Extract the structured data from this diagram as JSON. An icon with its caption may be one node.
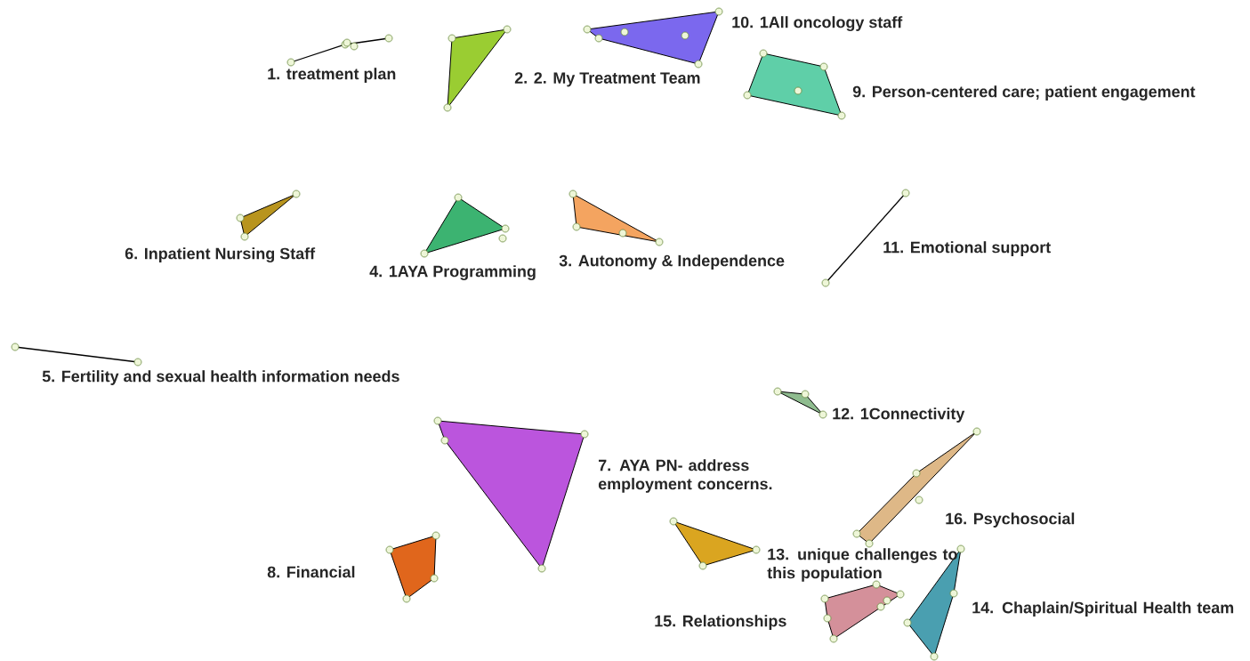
{
  "diagram": {
    "nodes": [
      {
        "text": [
          "1.   treatment plan"
        ]
      },
      {
        "text": [
          "2.   2. My Treatment Team"
        ]
      },
      {
        "text": [
          "10.   1All oncology staff"
        ]
      },
      {
        "text": [
          "9.   Person-centered care; patient engagement"
        ]
      },
      {
        "text": [
          "6.   Inpatient Nursing Staff"
        ]
      },
      {
        "text": [
          "4.   1AYA Programming"
        ]
      },
      {
        "text": [
          "3.   Autonomy & Independence"
        ]
      },
      {
        "text": [
          "11.   Emotional support"
        ]
      },
      {
        "text": [
          "5.   Fertility and sexual health information needs"
        ]
      },
      {
        "text": [
          "12.   1Connectivity"
        ]
      },
      {
        "text": [
          "7.   AYA PN- address employment concerns."
        ]
      },
      {
        "text": [
          "16.   Psychosocial"
        ]
      },
      {
        "text": [
          "13.   unique challenges to this population"
        ]
      },
      {
        "text": [
          "8.   Financial"
        ]
      },
      {
        "text": [
          "15.   Relationships"
        ]
      },
      {
        "text": [
          "14.   Chaplain/Spiritual Health team"
        ]
      }
    ]
  }
}
